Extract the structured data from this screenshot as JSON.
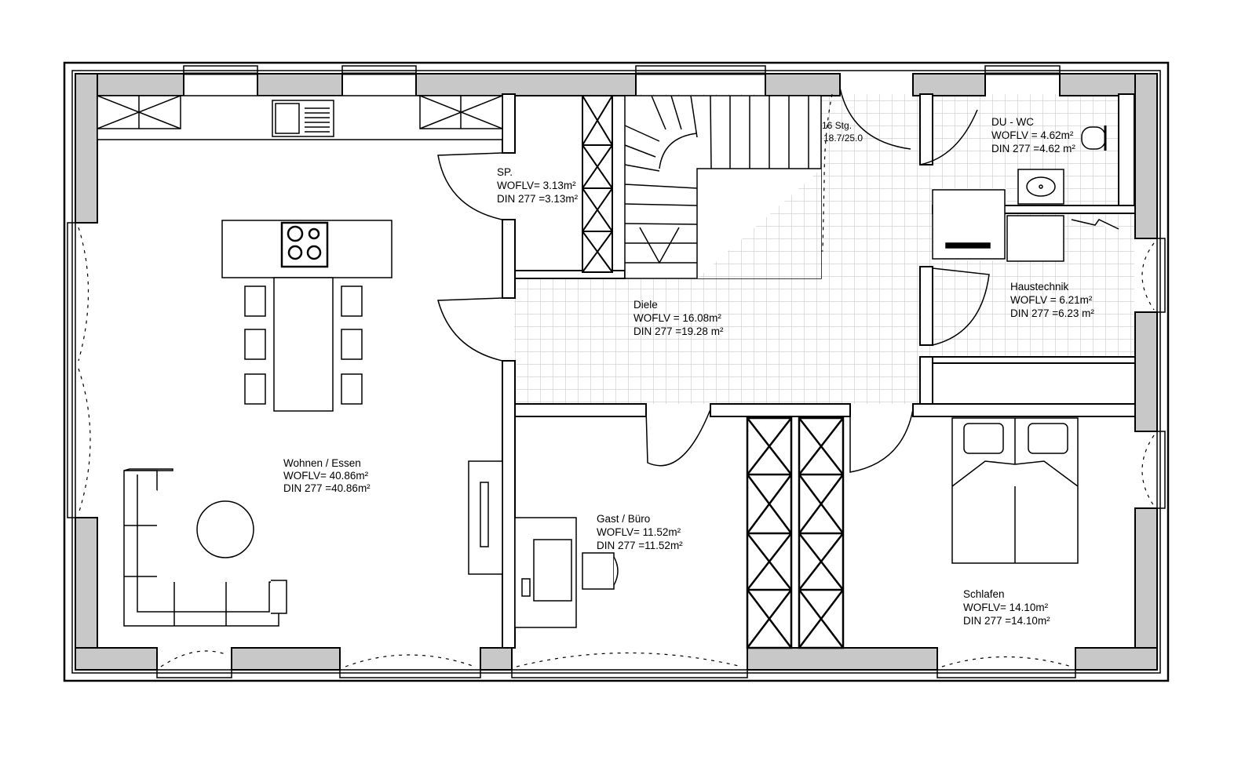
{
  "rooms": {
    "wohnen": {
      "name": "Wohnen / Essen",
      "woflv": "WOFLV= 40.86m²",
      "din": "DIN 277 =40.86m²"
    },
    "sp": {
      "name": "SP.",
      "woflv": "WOFLV= 3.13m²",
      "din": "DIN 277 =3.13m²"
    },
    "diele": {
      "name": "Diele",
      "woflv": "WOFLV = 16.08m²",
      "din": "DIN 277 =19.28 m²"
    },
    "duwc": {
      "name": "DU - WC",
      "woflv": "WOFLV = 4.62m²",
      "din": "DIN 277 =4.62 m²"
    },
    "haustechnik": {
      "name": "Haustechnik",
      "woflv": "WOFLV = 6.21m²",
      "din": "DIN 277 =6.23 m²"
    },
    "gast": {
      "name": "Gast / Büro",
      "woflv": "WOFLV= 11.52m²",
      "din": "DIN 277 =11.52m²"
    },
    "schlafen": {
      "name": "Schlafen",
      "woflv": "WOFLV= 14.10m²",
      "din": "DIN 277 =14.10m²"
    }
  },
  "stairs": {
    "steps": "16 Stg.",
    "ratio": "18.7/25.0"
  },
  "colors": {
    "wall_fill": "#c8c8c8",
    "line": "#000000",
    "tile_grid": "#bdbdbd"
  }
}
